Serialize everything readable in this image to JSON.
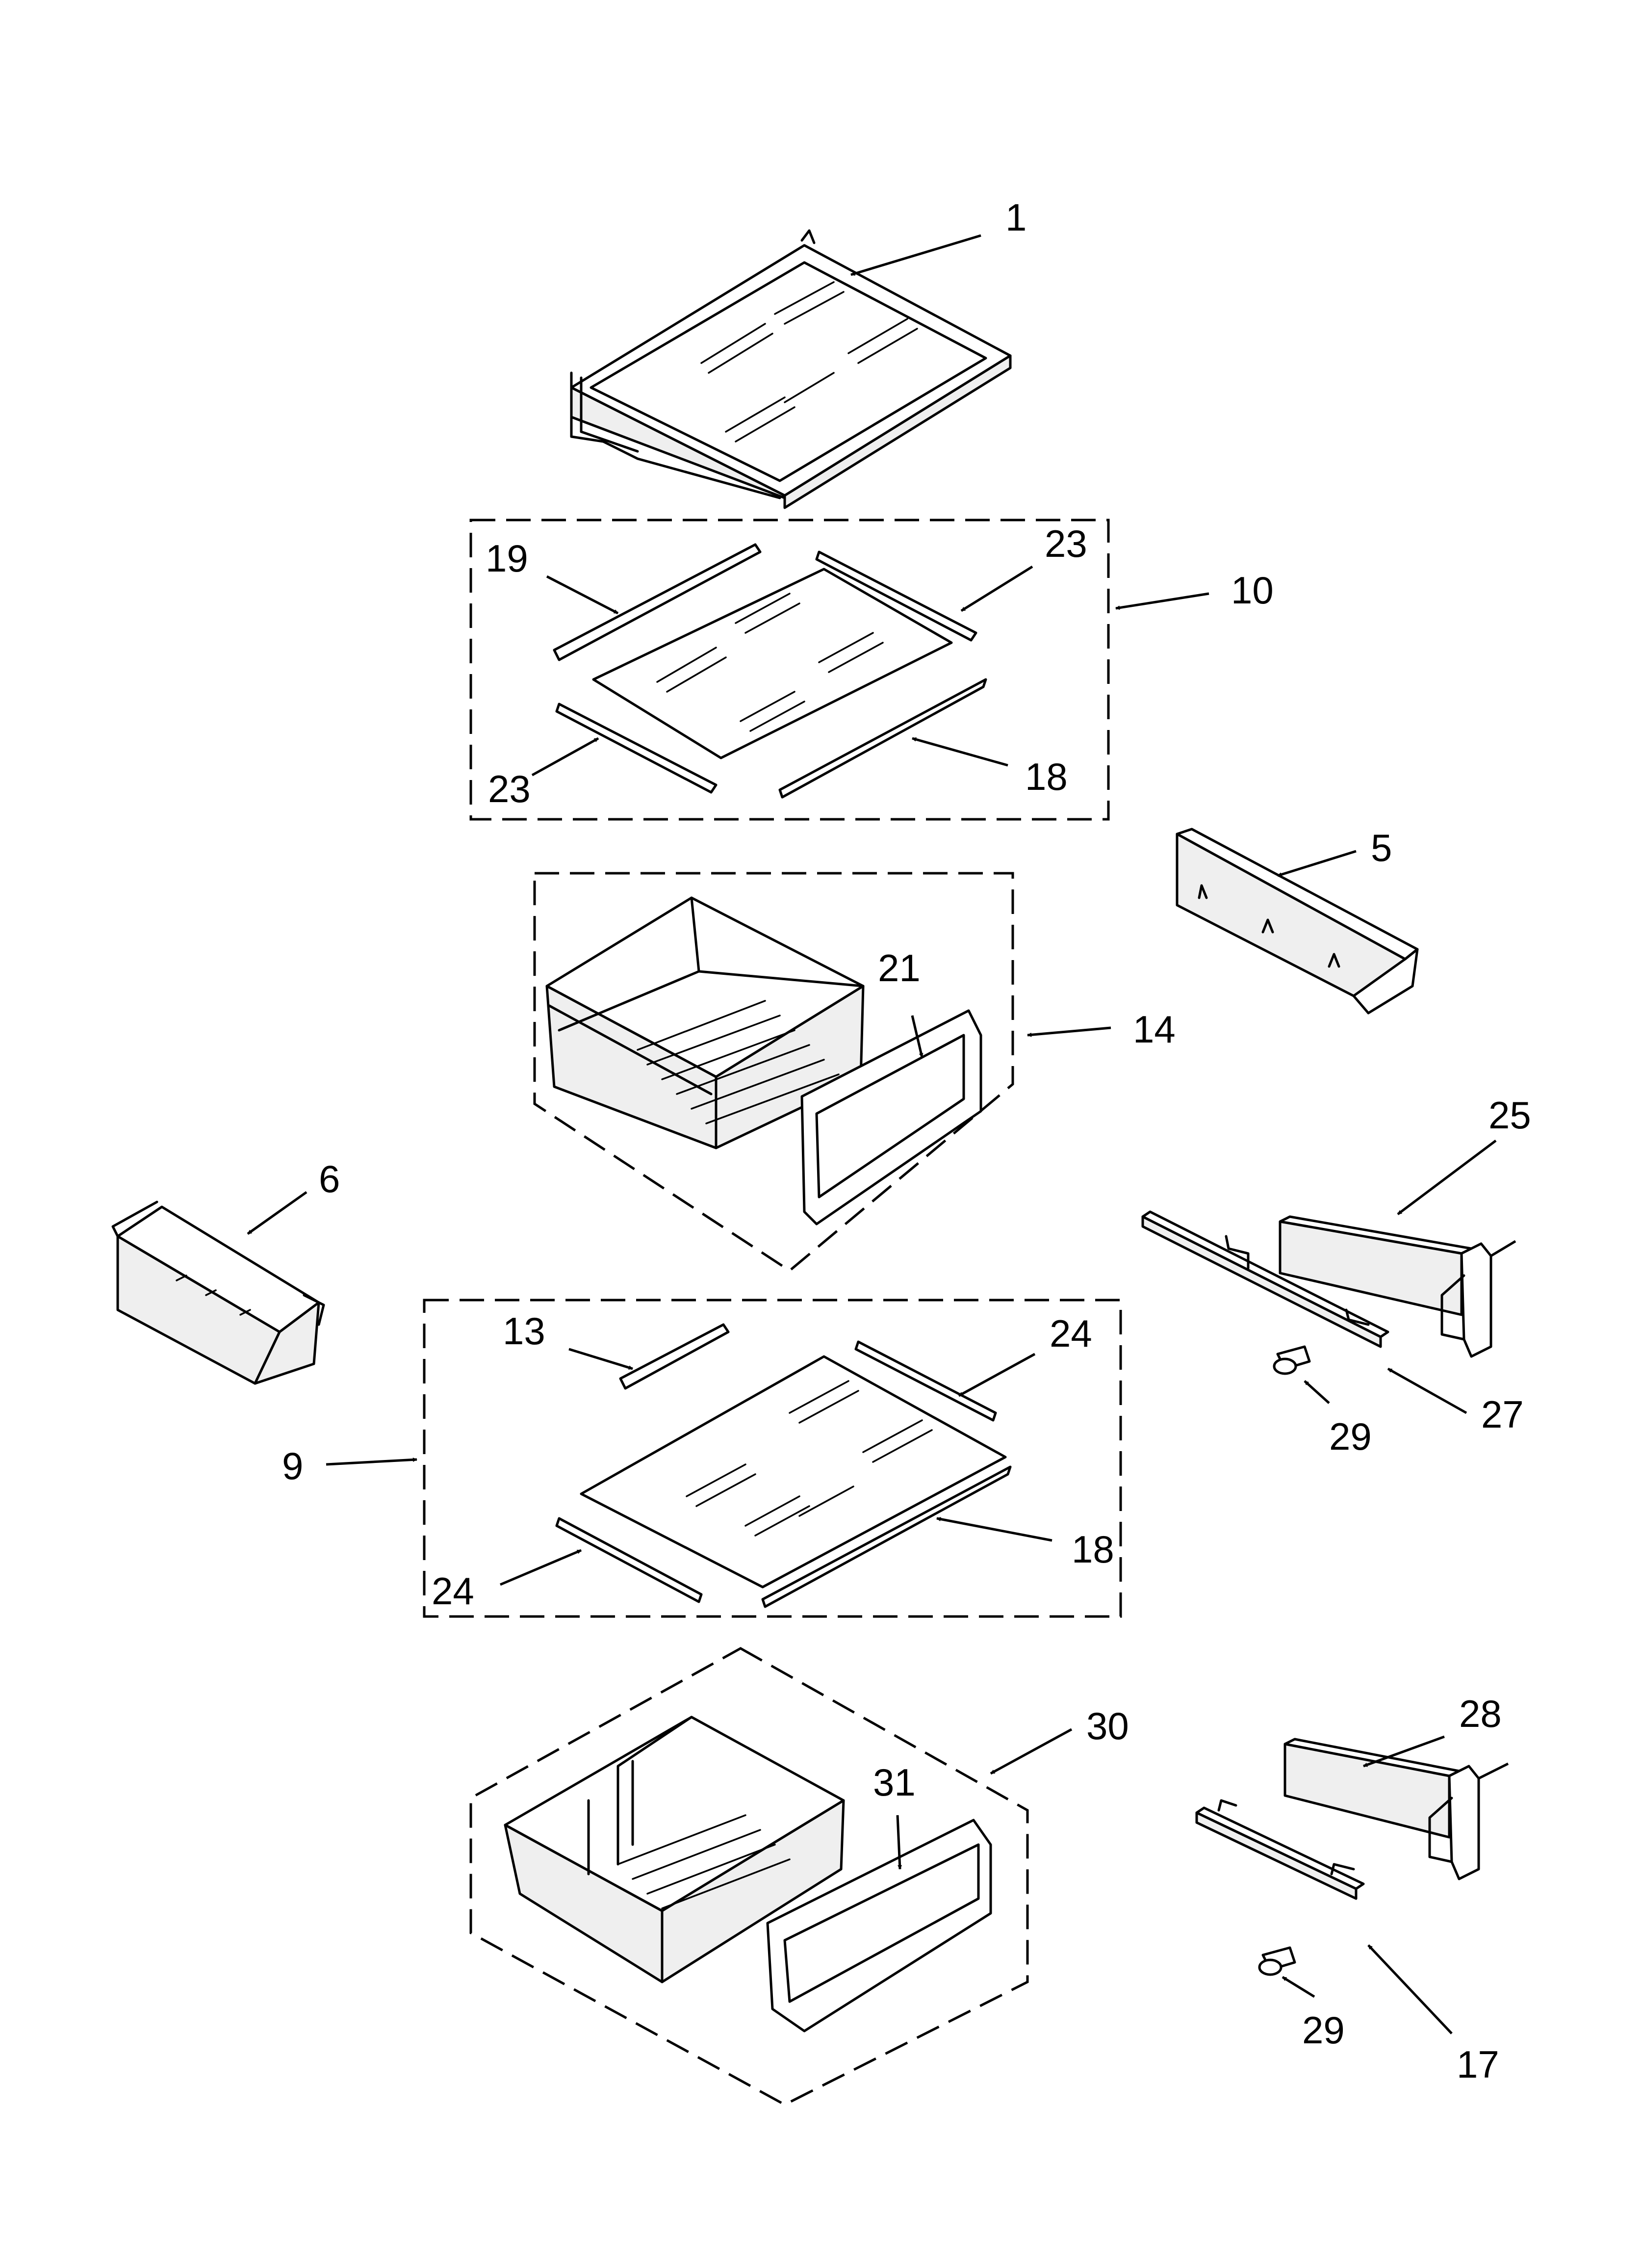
{
  "callouts": [
    {
      "id": "c1",
      "text": "1"
    },
    {
      "id": "c19",
      "text": "19"
    },
    {
      "id": "c23a",
      "text": "23"
    },
    {
      "id": "c10",
      "text": "10"
    },
    {
      "id": "c23b",
      "text": "23"
    },
    {
      "id": "c18a",
      "text": "18"
    },
    {
      "id": "c5",
      "text": "5"
    },
    {
      "id": "c21",
      "text": "21"
    },
    {
      "id": "c14",
      "text": "14"
    },
    {
      "id": "c25",
      "text": "25"
    },
    {
      "id": "c6",
      "text": "6"
    },
    {
      "id": "c13",
      "text": "13"
    },
    {
      "id": "c24a",
      "text": "24"
    },
    {
      "id": "c9",
      "text": "9"
    },
    {
      "id": "c29a",
      "text": "29"
    },
    {
      "id": "c27",
      "text": "27"
    },
    {
      "id": "c18b",
      "text": "18"
    },
    {
      "id": "c24b",
      "text": "24"
    },
    {
      "id": "c30",
      "text": "30"
    },
    {
      "id": "c28",
      "text": "28"
    },
    {
      "id": "c31",
      "text": "31"
    },
    {
      "id": "c29b",
      "text": "29"
    },
    {
      "id": "c17",
      "text": "17"
    }
  ]
}
